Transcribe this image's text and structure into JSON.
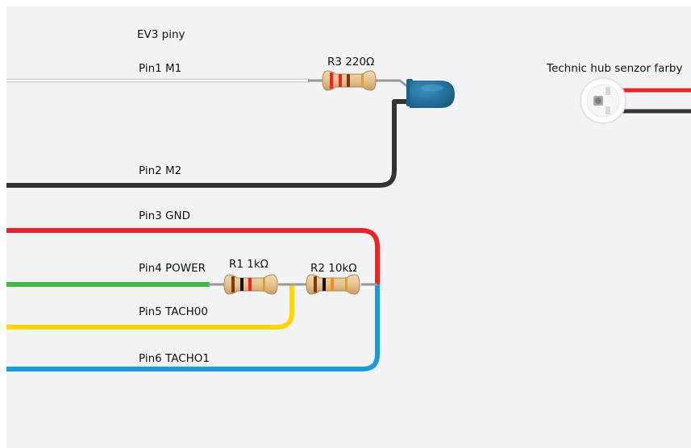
{
  "title": "EV3 piny",
  "pins": [
    {
      "id": "pin1",
      "label": "Pin1 M1",
      "color": "#ffffff"
    },
    {
      "id": "pin2",
      "label": "Pin2 M2",
      "color": "#333333"
    },
    {
      "id": "pin3",
      "label": "Pin3 GND",
      "color": "#e8262a"
    },
    {
      "id": "pin4",
      "label": "Pin4 POWER",
      "color": "#45b549"
    },
    {
      "id": "pin5",
      "label": "Pin5 TACH00",
      "color": "#ffd700"
    },
    {
      "id": "pin6",
      "label": "Pin6 TACHO1",
      "color": "#1a9ad6"
    }
  ],
  "resistors": [
    {
      "id": "r3",
      "label": "R3 220Ω",
      "bands": [
        "#e8262a",
        "#e8262a",
        "#7a3b10",
        "#c9a24a"
      ]
    },
    {
      "id": "r1",
      "label": "R1 1kΩ",
      "bands": [
        "#7a3b10",
        "#111111",
        "#e8262a",
        "#c9a24a"
      ]
    },
    {
      "id": "r2",
      "label": "R2 10kΩ",
      "bands": [
        "#7a3b10",
        "#111111",
        "#f28c1a",
        "#c9a24a"
      ]
    }
  ],
  "led": {
    "color": "#1f6a93"
  },
  "sensor": {
    "label": "Technic hub senzor farby"
  }
}
